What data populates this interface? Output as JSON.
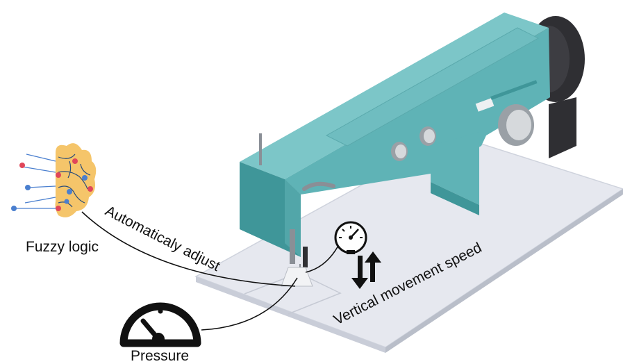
{
  "labels": {
    "fuzzy_logic": "Fuzzy logic",
    "automatically_adjust": "Automaticaly adjust",
    "vertical_movement_speed": "Vertical movement speed",
    "pressure": "Pressure"
  },
  "icons": {
    "brain": "brain-circuit-icon",
    "speed_gauge": "speedometer-icon",
    "pressure_gauge": "pressure-gauge-icon",
    "updown_arrows": "up-down-arrows-icon"
  },
  "colors": {
    "machine_body": "#5fb3b6",
    "machine_side": "#3f9699",
    "machine_top": "#7cc6c8",
    "machine_dark": "#2f2f33",
    "base_plate": "#e6e8ef",
    "brain_fill": "#f5c56a",
    "brain_circuit": "#2a4d7a",
    "node_red": "#e0475a",
    "node_blue": "#4a7fcf"
  }
}
